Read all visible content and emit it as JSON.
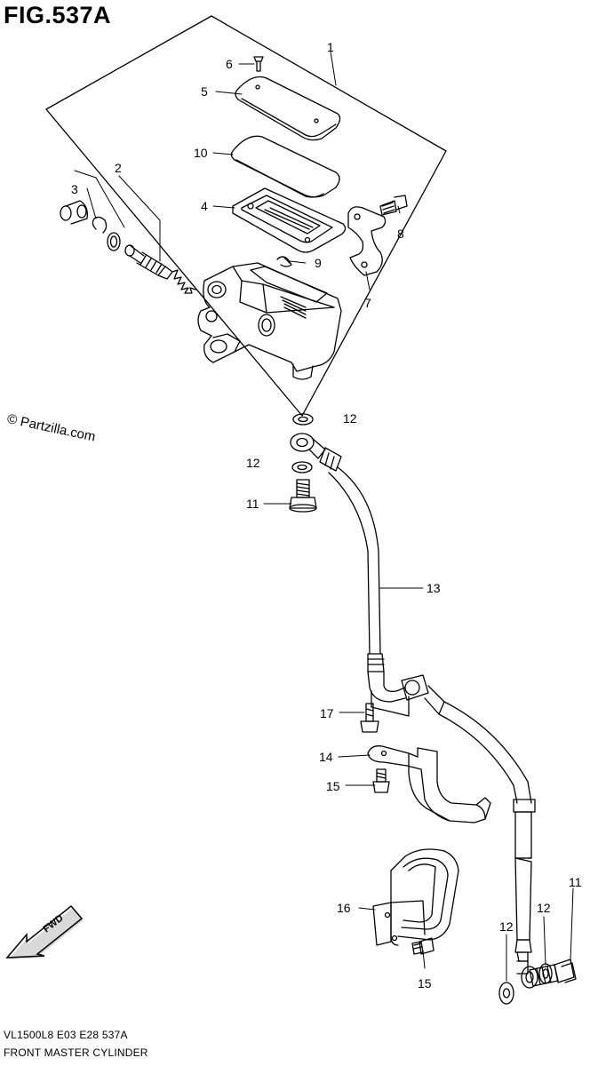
{
  "figure": {
    "title": "FIG.537A"
  },
  "copyright": "© Partzilla.com",
  "fwd_label": "FWD",
  "footer": {
    "code": "VL1500L8  E03  E28  537A",
    "caption": "FRONT MASTER CYLINDER"
  },
  "callouts": {
    "c1": "1",
    "c2": "2",
    "c3": "3",
    "c4": "4",
    "c5": "5",
    "c6": "6",
    "c7": "7",
    "c8": "8",
    "c9": "9",
    "c10": "10",
    "c11a": "11",
    "c11b": "11",
    "c12a": "12",
    "c12b": "12",
    "c12c": "12",
    "c12d": "12",
    "c13": "13",
    "c14": "14",
    "c15a": "15",
    "c15b": "15",
    "c16": "16",
    "c17": "17"
  }
}
